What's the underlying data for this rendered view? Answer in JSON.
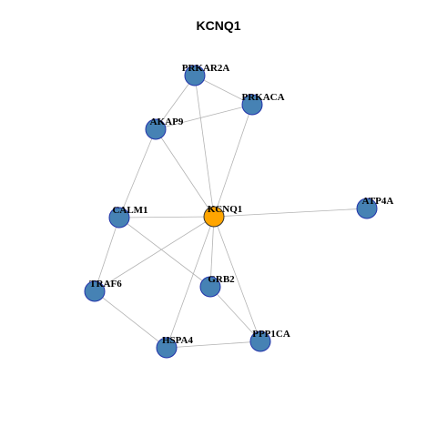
{
  "title": "KCNQ1",
  "colors": {
    "node_fill": "#4682B4",
    "node_stroke": "#2233AA",
    "center_fill": "#FFA500",
    "center_stroke": "#333333",
    "edge": "#B3B3B3"
  },
  "nodes": [
    {
      "id": "PRKAR2A",
      "label": "PRKAR2A",
      "center": false
    },
    {
      "id": "PRKACA",
      "label": "PRKACA",
      "center": false
    },
    {
      "id": "AKAP9",
      "label": "AKAP9",
      "center": false
    },
    {
      "id": "CALM1",
      "label": "CALM1",
      "center": false
    },
    {
      "id": "KCNQ1",
      "label": "KCNQ1",
      "center": true
    },
    {
      "id": "ATP4A",
      "label": "ATP4A",
      "center": false
    },
    {
      "id": "TRAF6",
      "label": "TRAF6",
      "center": false
    },
    {
      "id": "GRB2",
      "label": "GRB2",
      "center": false
    },
    {
      "id": "PPP1CA",
      "label": "PPP1CA",
      "center": false
    },
    {
      "id": "HSPA4",
      "label": "HSPA4",
      "center": false
    }
  ],
  "edges": [
    [
      "PRKAR2A",
      "PRKACA"
    ],
    [
      "PRKAR2A",
      "AKAP9"
    ],
    [
      "PRKAR2A",
      "KCNQ1"
    ],
    [
      "PRKACA",
      "AKAP9"
    ],
    [
      "PRKACA",
      "KCNQ1"
    ],
    [
      "AKAP9",
      "KCNQ1"
    ],
    [
      "AKAP9",
      "CALM1"
    ],
    [
      "CALM1",
      "KCNQ1"
    ],
    [
      "CALM1",
      "TRAF6"
    ],
    [
      "CALM1",
      "GRB2"
    ],
    [
      "KCNQ1",
      "ATP4A"
    ],
    [
      "KCNQ1",
      "TRAF6"
    ],
    [
      "KCNQ1",
      "GRB2"
    ],
    [
      "KCNQ1",
      "PPP1CA"
    ],
    [
      "KCNQ1",
      "HSPA4"
    ],
    [
      "TRAF6",
      "HSPA4"
    ],
    [
      "GRB2",
      "PPP1CA"
    ],
    [
      "HSPA4",
      "PPP1CA"
    ]
  ]
}
